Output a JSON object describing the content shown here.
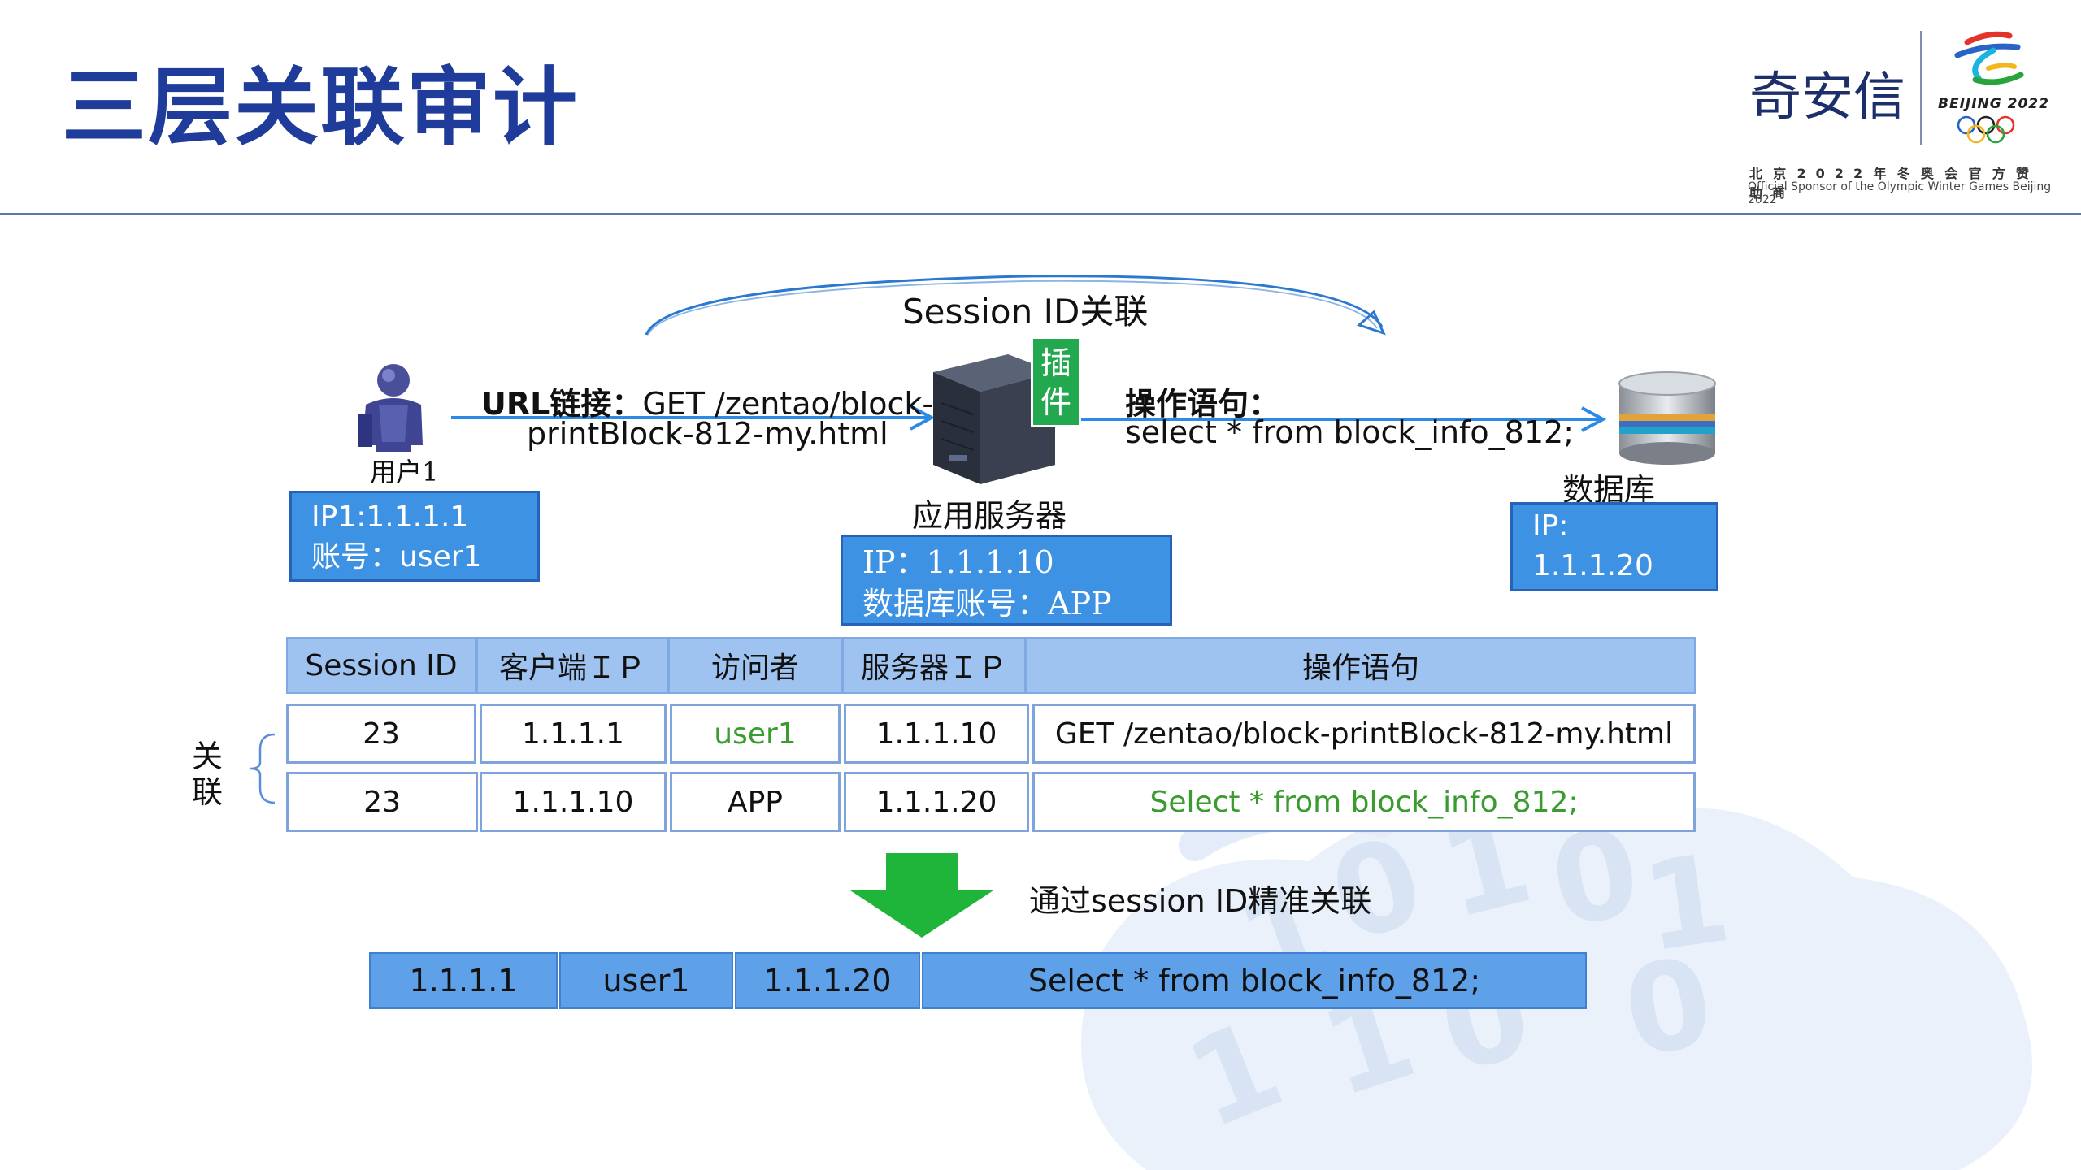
{
  "header": {
    "title": "三层关联审计",
    "brand_name": "奇安信",
    "beijing_word": "BEIJING 2022",
    "sponsor_cn": "北京2022年冬奥会官方赞助商",
    "sponsor_en": "Official Sponsor of the Olympic Winter Games Beijing 2022"
  },
  "diagram": {
    "session_label": "Session ID关联",
    "url_link": {
      "bold": "URL链接：",
      "line1_rest": "GET /zentao/block-",
      "line2": "printBlock-812-my.html"
    },
    "op_stmt": {
      "bold": "操作语句：",
      "line2": "select * from block_info_812;"
    },
    "plugin_label_1": "插",
    "plugin_label_2": "件",
    "user_label": "用户1",
    "app_server_label": "应用服务器",
    "database_label": "数据库",
    "user_box": {
      "line1": "IP1:1.1.1.1",
      "line2": "账号：user1"
    },
    "server_box": {
      "line1": "IP：1.1.1.10",
      "line2": "数据库账号：APP"
    },
    "db_box": {
      "line1": "IP: 1.1.1.20"
    }
  },
  "table": {
    "headers": [
      "Session ID",
      "客户端ＩＰ",
      "访问者",
      "服务器ＩＰ",
      "操作语句"
    ],
    "rows": [
      [
        "23",
        "1.1.1.1",
        "user1",
        "1.1.1.10",
        "GET /zentao/block-printBlock-812-my.html"
      ],
      [
        "23",
        "1.1.1.10",
        "APP",
        "1.1.1.20",
        "Select * from block_info_812;"
      ]
    ],
    "side_label_1": "关",
    "side_label_2": "联"
  },
  "result": {
    "arrow_text": "通过session ID精准关联",
    "cells": [
      "1.1.1.1",
      "user1",
      "1.1.1.20",
      "Select * from block_info_812;"
    ]
  },
  "colors": {
    "title": "#1f3c9a",
    "box_fill": "#3d92e3",
    "header_fill": "#9fc3f0",
    "accent_green": "#3a9b2e",
    "arrow_green": "#1fb53a"
  }
}
